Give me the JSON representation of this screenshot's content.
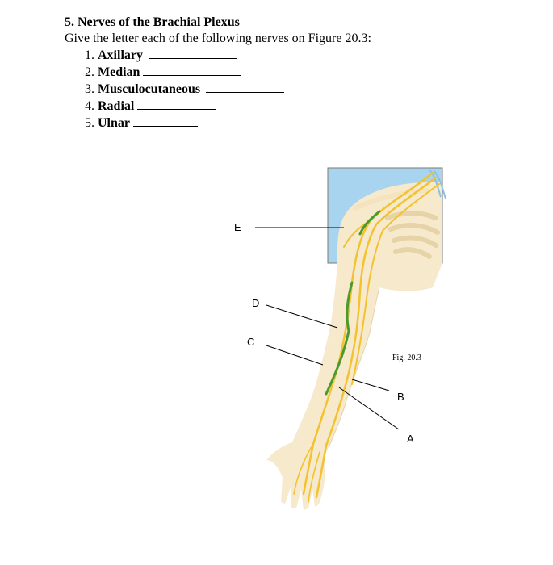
{
  "worksheet": {
    "heading": "5. Nerves of the Brachial Plexus",
    "instruction": "Give the letter each of the following nerves on Figure 20.3:",
    "questions": [
      {
        "num": "1.",
        "name": "Axillary"
      },
      {
        "num": "2.",
        "name": "Median"
      },
      {
        "num": "3.",
        "name": "Musculocutaneous"
      },
      {
        "num": "4.",
        "name": "Radial"
      },
      {
        "num": "5.",
        "name": "Ulnar"
      }
    ]
  },
  "figure": {
    "caption": "Fig. 20.3",
    "labels": {
      "A": "A",
      "B": "B",
      "C": "C",
      "D": "D",
      "E": "E"
    },
    "colors": {
      "skin": "#f6e9cc",
      "skin_outline": "#e6d3a8",
      "nerve": "#f2c230",
      "musculocutaneous": "#4c9a2e",
      "box_fill": "#a9d4ef",
      "box_border": "#7a7a7a"
    }
  }
}
